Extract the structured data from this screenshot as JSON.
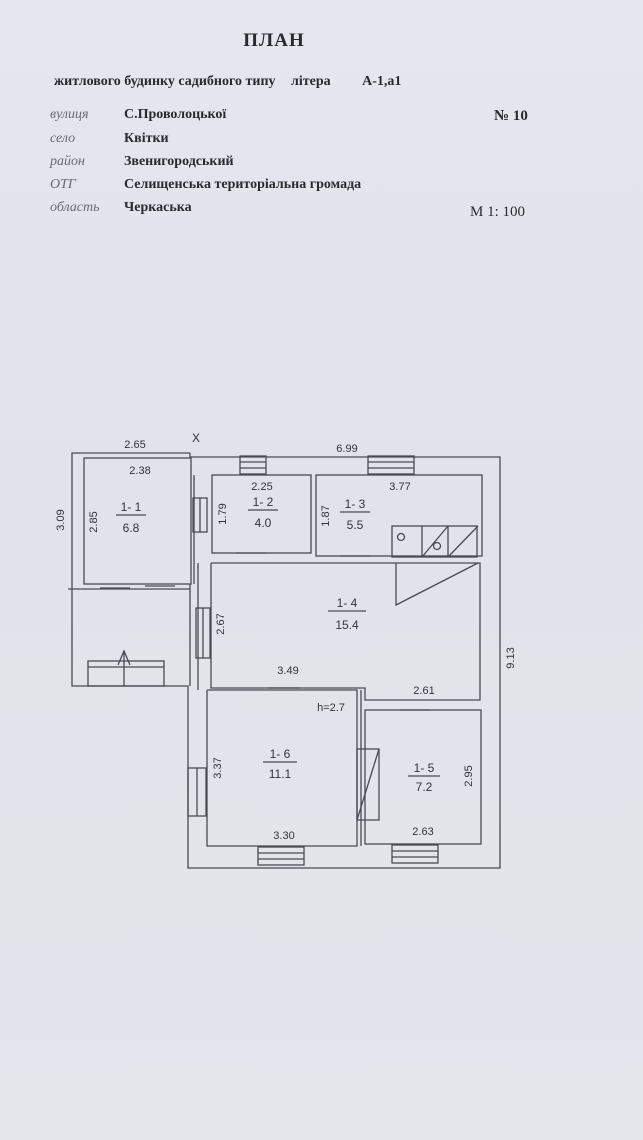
{
  "header": {
    "title": "ПЛАН",
    "subtitle": "житлового будинку садибного типу",
    "litera_label": "літера",
    "litera_code": "А-1,а1",
    "number": "№ 10",
    "scale": "М 1: 100"
  },
  "address": [
    {
      "label": "вулиця",
      "value": "С.Проволоцької"
    },
    {
      "label": "село",
      "value": "Квітки"
    },
    {
      "label": "район",
      "value": "Звенигородський"
    },
    {
      "label": "ОТГ",
      "value": "Селищенська територіальна громада"
    },
    {
      "label": "область",
      "value": "Черкаська"
    }
  ],
  "plan": {
    "marker_x": "X",
    "height_note": "h=2.7",
    "rooms": [
      {
        "id": "1- 1",
        "area": "6.8"
      },
      {
        "id": "1- 2",
        "area": "4.0"
      },
      {
        "id": "1- 3",
        "area": "5.5"
      },
      {
        "id": "1- 4",
        "area": "15.4"
      },
      {
        "id": "1- 5",
        "area": "7.2"
      },
      {
        "id": "1- 6",
        "area": "11.1"
      }
    ],
    "dimensions": {
      "top_left_outer": "2.65",
      "top_right_outer": "6.99",
      "room11_width": "2.38",
      "room11_height": "2.85",
      "left_outer": "3.09",
      "room12_width": "2.25",
      "room12_height": "1.79",
      "room13_height": "1.87",
      "room13_width": "3.77",
      "room14_height": "2.67",
      "room16_top": "3.49",
      "room15_top": "2.61",
      "right_outer": "9.13",
      "room16_height": "3.37",
      "room16_bottom": "3.30",
      "room15_height": "2.95",
      "room15_bottom": "2.63"
    }
  }
}
